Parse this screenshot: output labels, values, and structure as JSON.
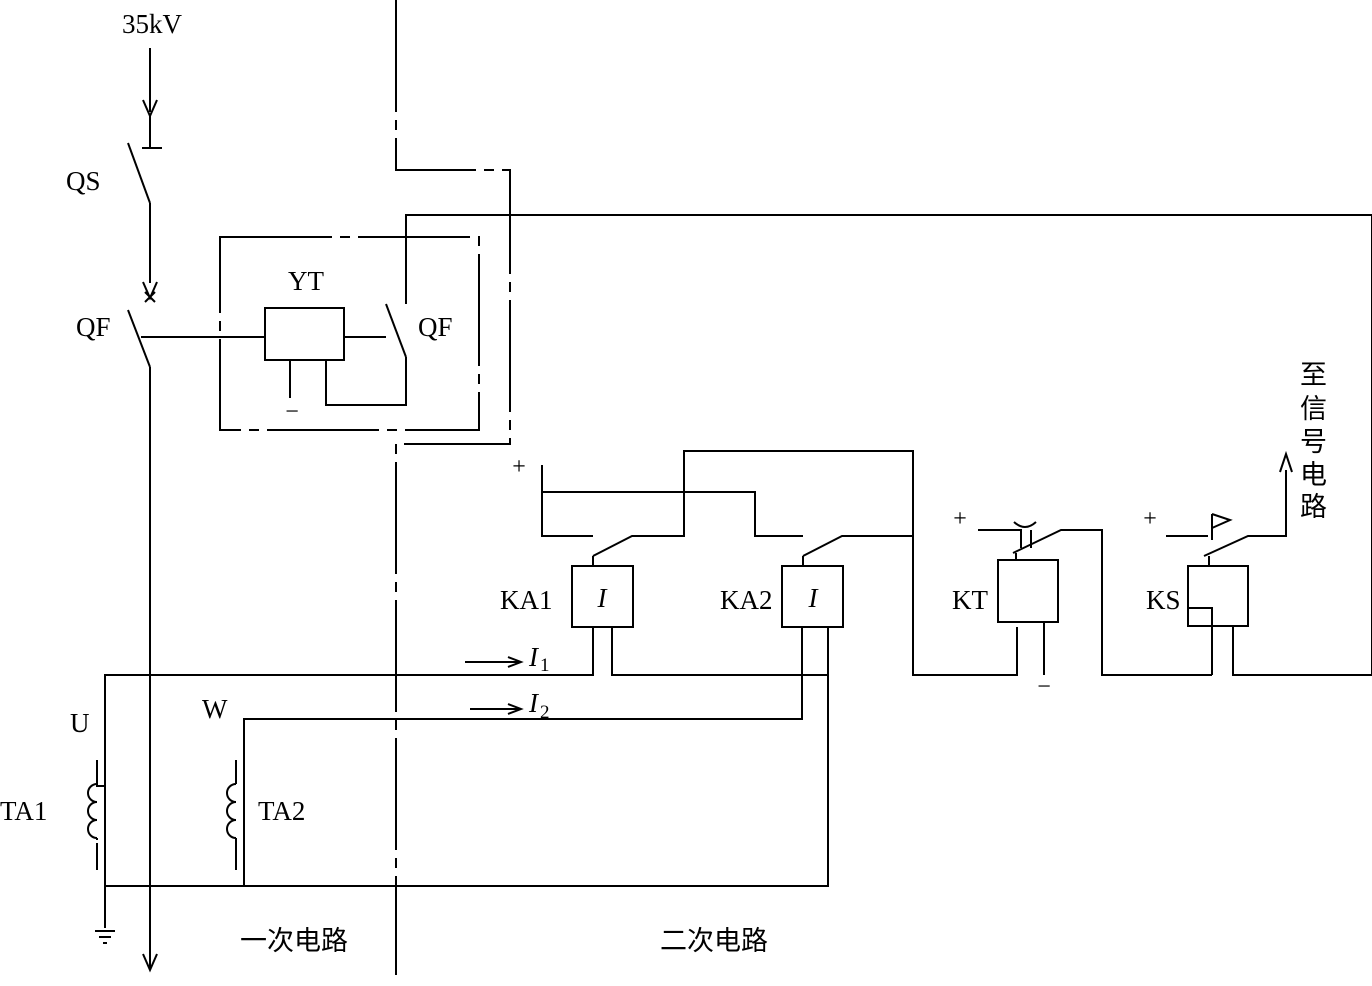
{
  "labels": {
    "voltage": "35kV",
    "qs": "QS",
    "qf_main": "QF",
    "yt": "YT",
    "qf_aux": "QF",
    "ka1": "KA1",
    "ka2": "KA2",
    "kt": "KT",
    "ks": "KS",
    "relay_i": "I",
    "current1": "I",
    "current1_sub": "1",
    "current2": "I",
    "current2_sub": "2",
    "phase_u": "U",
    "phase_w": "W",
    "ta1": "TA1",
    "ta2": "TA2",
    "primary_circuit": "一次电路",
    "secondary_circuit": "二次电路",
    "to_signal": [
      "至",
      "信",
      "号",
      "电",
      "路"
    ],
    "plus": "+",
    "minus": "−"
  }
}
